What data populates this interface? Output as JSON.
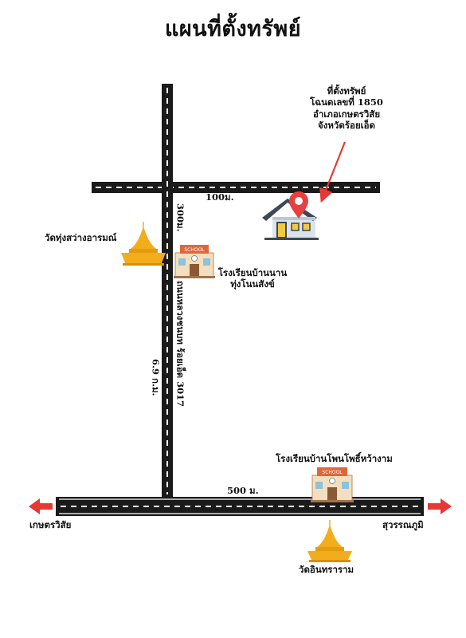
{
  "title": "แผนที่ตั้งทรัพย์",
  "property": {
    "line1": "ที่ตั้งทรัพย์",
    "line2": "โฉนดเลขที่ 1850",
    "line3": "อำเภอเกษตรวิสัย",
    "line4": "จังหวัดร้อยเอ็ด"
  },
  "distances": {
    "d100": "100ม.",
    "d300": "300ม.",
    "d500": "500 ม.",
    "d69": "6.9 ก.ม."
  },
  "roads": {
    "vertical_road": "ถนนหลวงชนบท ร้อยเอ็ด 3017"
  },
  "places": {
    "temple_1": "วัดทุ่งสว่างอารมณ์",
    "school_1_line1": "โรงเรียนบ้านนาน",
    "school_1_line2": "ทุ่งโนนสังข์",
    "school_2": "โรงเรียนบ้านโพนโพธิ์หว้างาม",
    "temple_2": "วัดอินทราราม"
  },
  "directions": {
    "left": "เกษตรวิสัย",
    "right": "สุวรรณภูมิ"
  },
  "school_sign": "SCHOOL",
  "colors": {
    "road": "#1a1a1a",
    "arrow": "#e53935",
    "pin": "#e84040",
    "house_roof": "#3c4856",
    "house_wall": "#dbe4ea",
    "window": "#f3c93f",
    "temple": "#f1ad1c",
    "school_wall": "#f1dfc0",
    "school_roof": "#e0673a"
  }
}
